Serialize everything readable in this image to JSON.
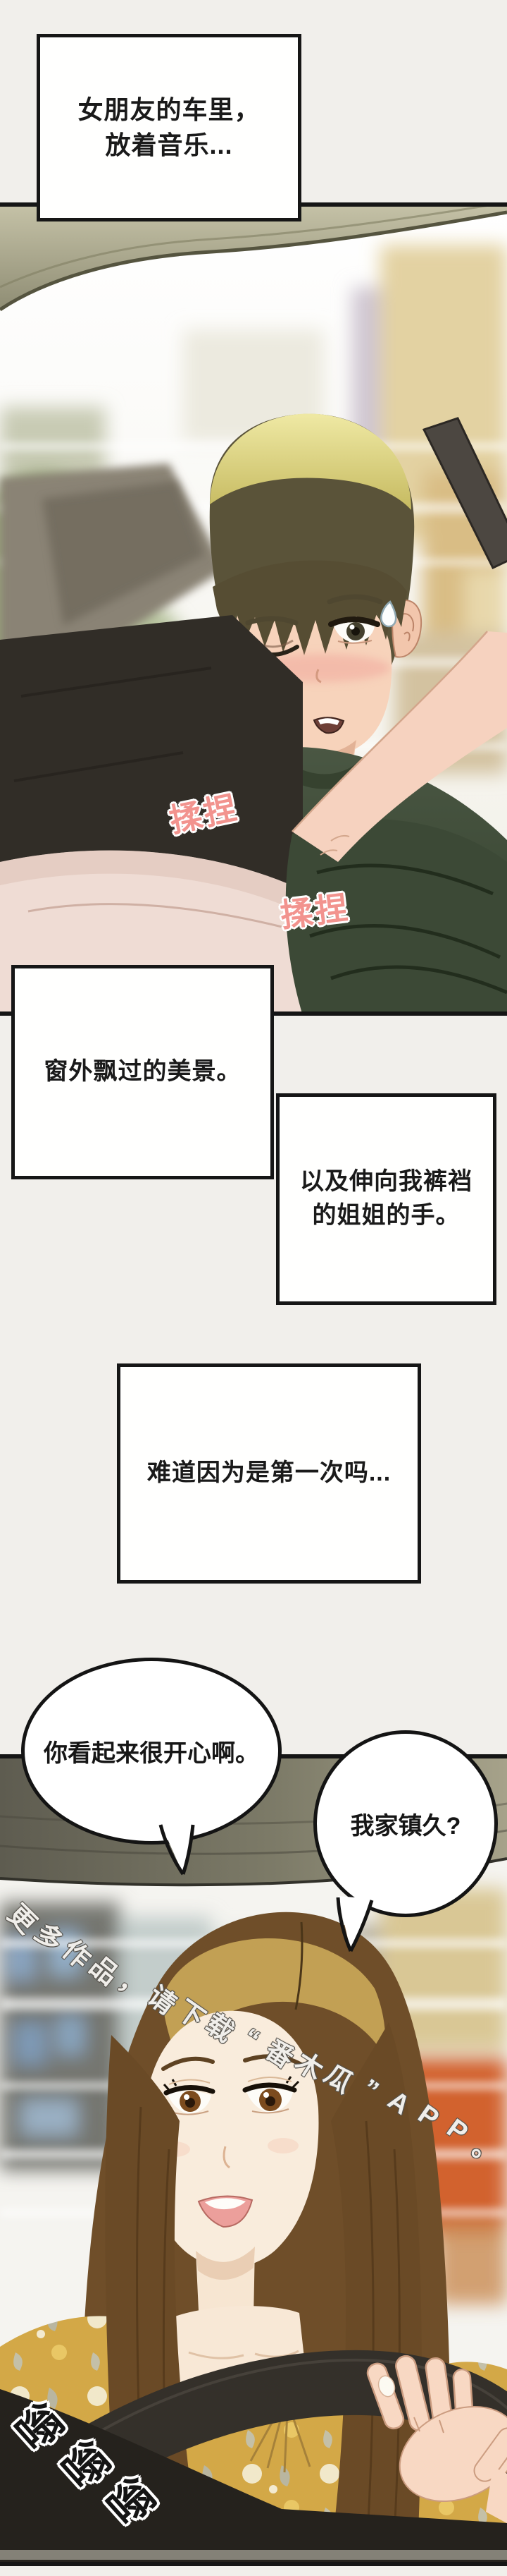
{
  "comic": {
    "captions": {
      "box1_line1": "女朋友的车里，",
      "box1_line2": "放着音乐...",
      "box2": "窗外飘过的美景。",
      "box3_line1": "以及伸向我裤裆",
      "box3_line2": "的姐姐的手。",
      "box4": "难道因为是第一次吗..."
    },
    "bubbles": {
      "left": "你看起来很开心啊。",
      "right": "我家镇久?"
    },
    "sfx": {
      "knead": "揉捏",
      "buzz": "嗡嗡嗡"
    },
    "watermark": "更多作品，请下载“番木瓜”APP。",
    "colors": {
      "sfx_pink": "#f2938e",
      "ink": "#141414",
      "paper": "#f1efeb",
      "shirt_green": "#45523f",
      "hair_blonde": "#d8cd74",
      "hair_brown": "#6f4e29",
      "blouse_yellow": "#d3a847"
    }
  }
}
